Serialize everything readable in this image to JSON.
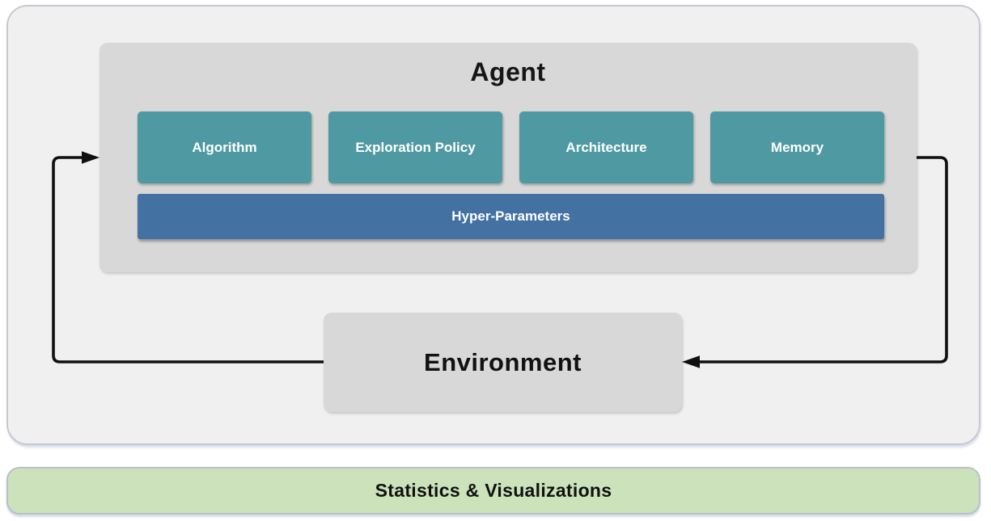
{
  "diagram": {
    "agent": {
      "title": "Agent",
      "components": [
        "Algorithm",
        "Exploration Policy",
        "Architecture",
        "Memory"
      ],
      "hyper_parameters_label": "Hyper-Parameters"
    },
    "environment": {
      "title": "Environment"
    },
    "footer": {
      "label": "Statistics & Visualizations"
    },
    "colors": {
      "component_teal": "#4f9aa2",
      "hyper_parameters_blue": "#4271a2",
      "box_gray": "#d8d8d8",
      "panel_gray": "#f0f0f1",
      "footer_green": "#cbe2ba",
      "arrow_black": "#101010"
    }
  }
}
